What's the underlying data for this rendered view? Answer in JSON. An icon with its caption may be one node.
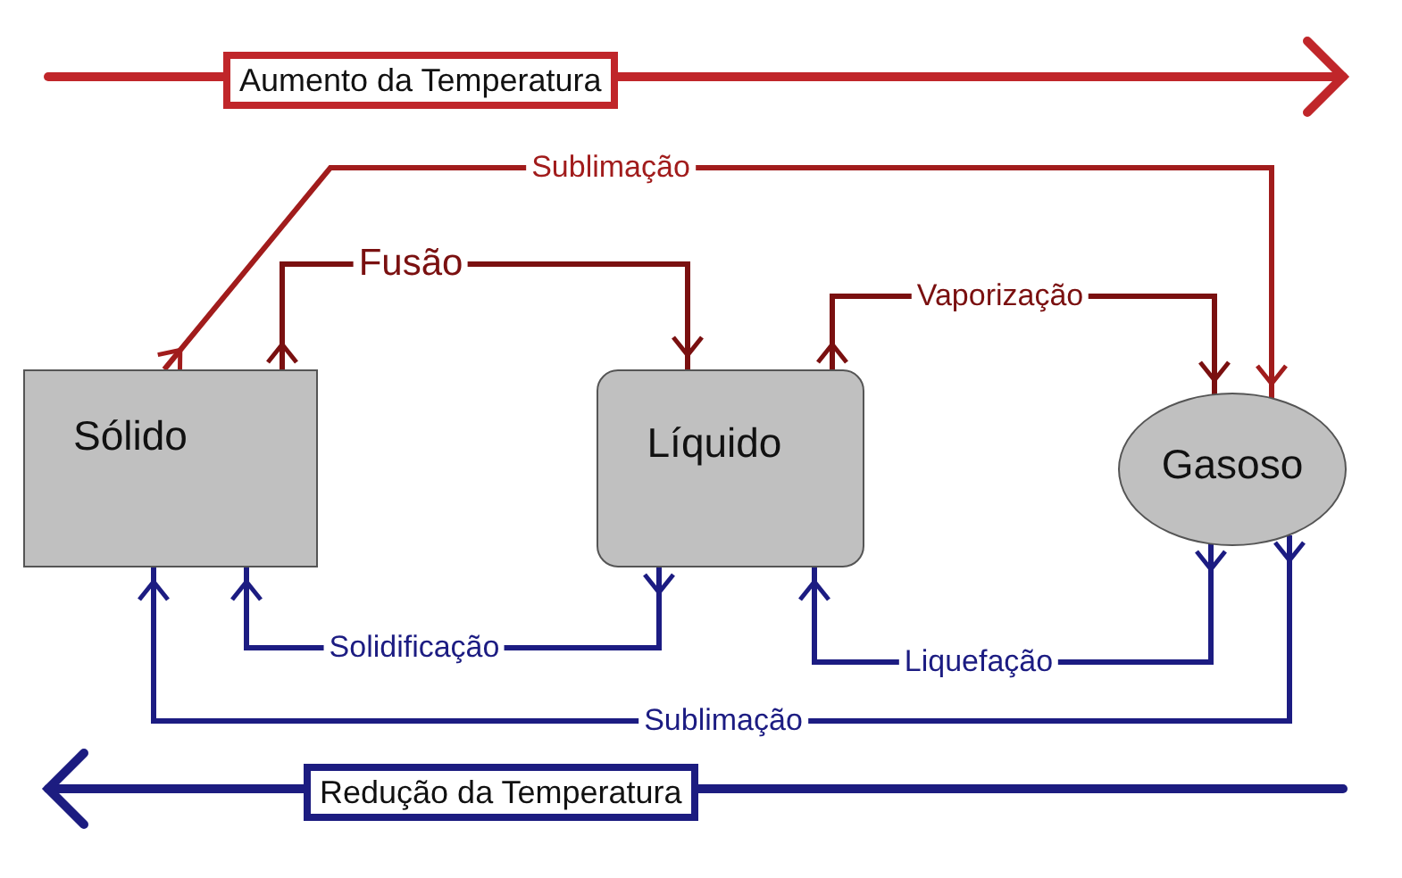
{
  "diagram": {
    "nodes": [
      {
        "text": [
          "Sólido"
        ]
      },
      {
        "text": [
          "Líquido"
        ]
      },
      {
        "text": [
          "Gasoso"
        ]
      }
    ],
    "edges": [
      {
        "from": 0,
        "to": 2,
        "arrow": "to",
        "label": "Sublimação",
        "color": "#a11c1c"
      },
      {
        "from": 0,
        "to": 1,
        "arrow": "to",
        "label": "Fusão",
        "color": "#7a1010"
      },
      {
        "from": 1,
        "to": 2,
        "arrow": "to",
        "label": "Vaporização",
        "color": "#7a1010"
      },
      {
        "from": 1,
        "to": 0,
        "arrow": "to",
        "label": "Solidificação",
        "color": "#1c1c82"
      },
      {
        "from": 2,
        "to": 1,
        "arrow": "to",
        "label": "Liquefação",
        "color": "#1c1c82"
      },
      {
        "from": 2,
        "to": 0,
        "arrow": "to",
        "label": "Sublimação",
        "color": "#1c1c82"
      }
    ],
    "labels": [
      "Aumento da Temperatura",
      "Redução da Temperatura"
    ]
  }
}
